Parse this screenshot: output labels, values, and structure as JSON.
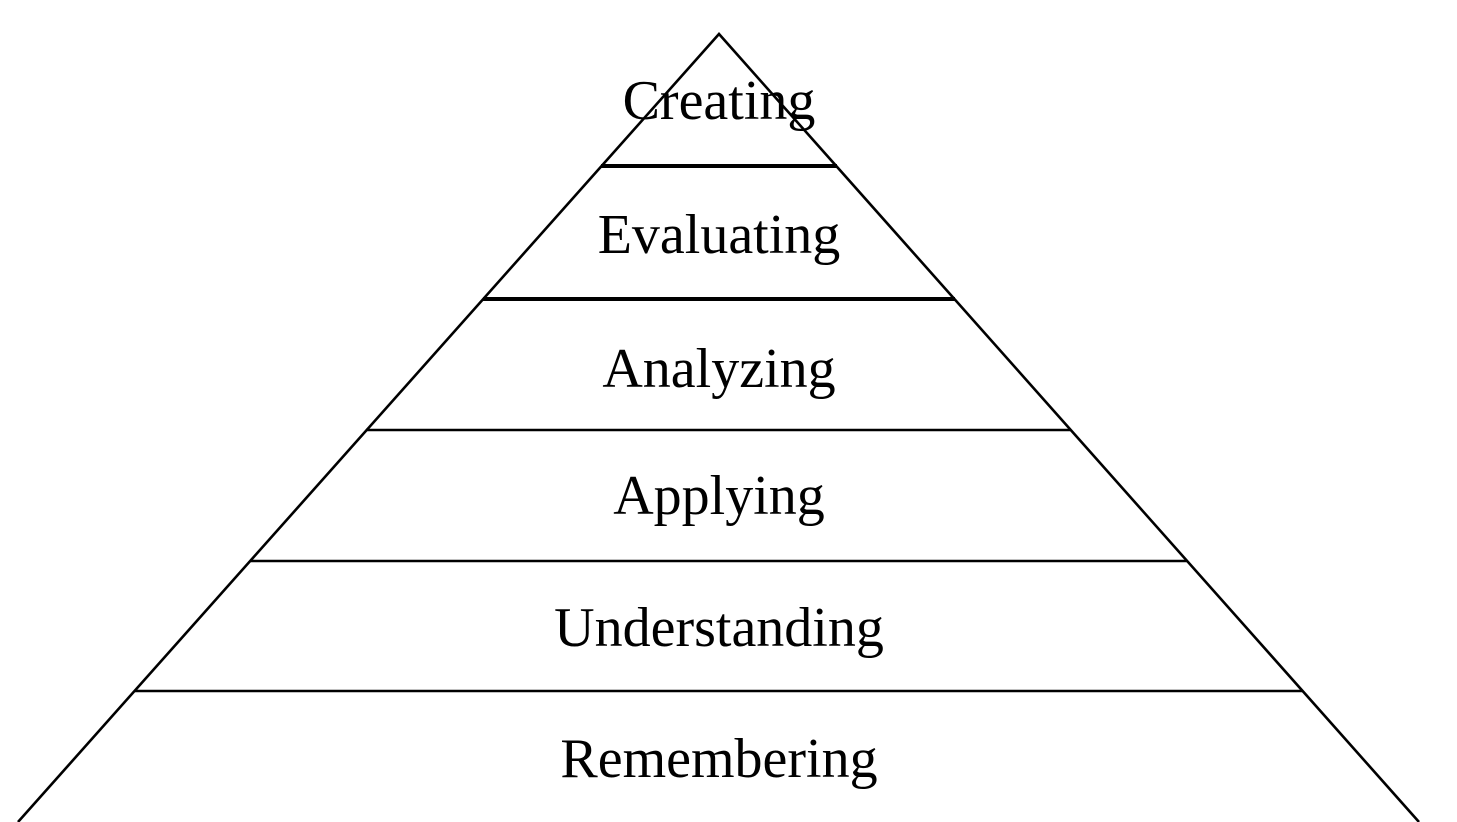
{
  "diagram": {
    "type": "pyramid",
    "line_color": "#000000",
    "background_color": "#ffffff",
    "levels": [
      {
        "label": "Creating"
      },
      {
        "label": "Evaluating"
      },
      {
        "label": "Analyzing"
      },
      {
        "label": "Applying"
      },
      {
        "label": "Understanding"
      },
      {
        "label": "Remembering"
      }
    ]
  }
}
